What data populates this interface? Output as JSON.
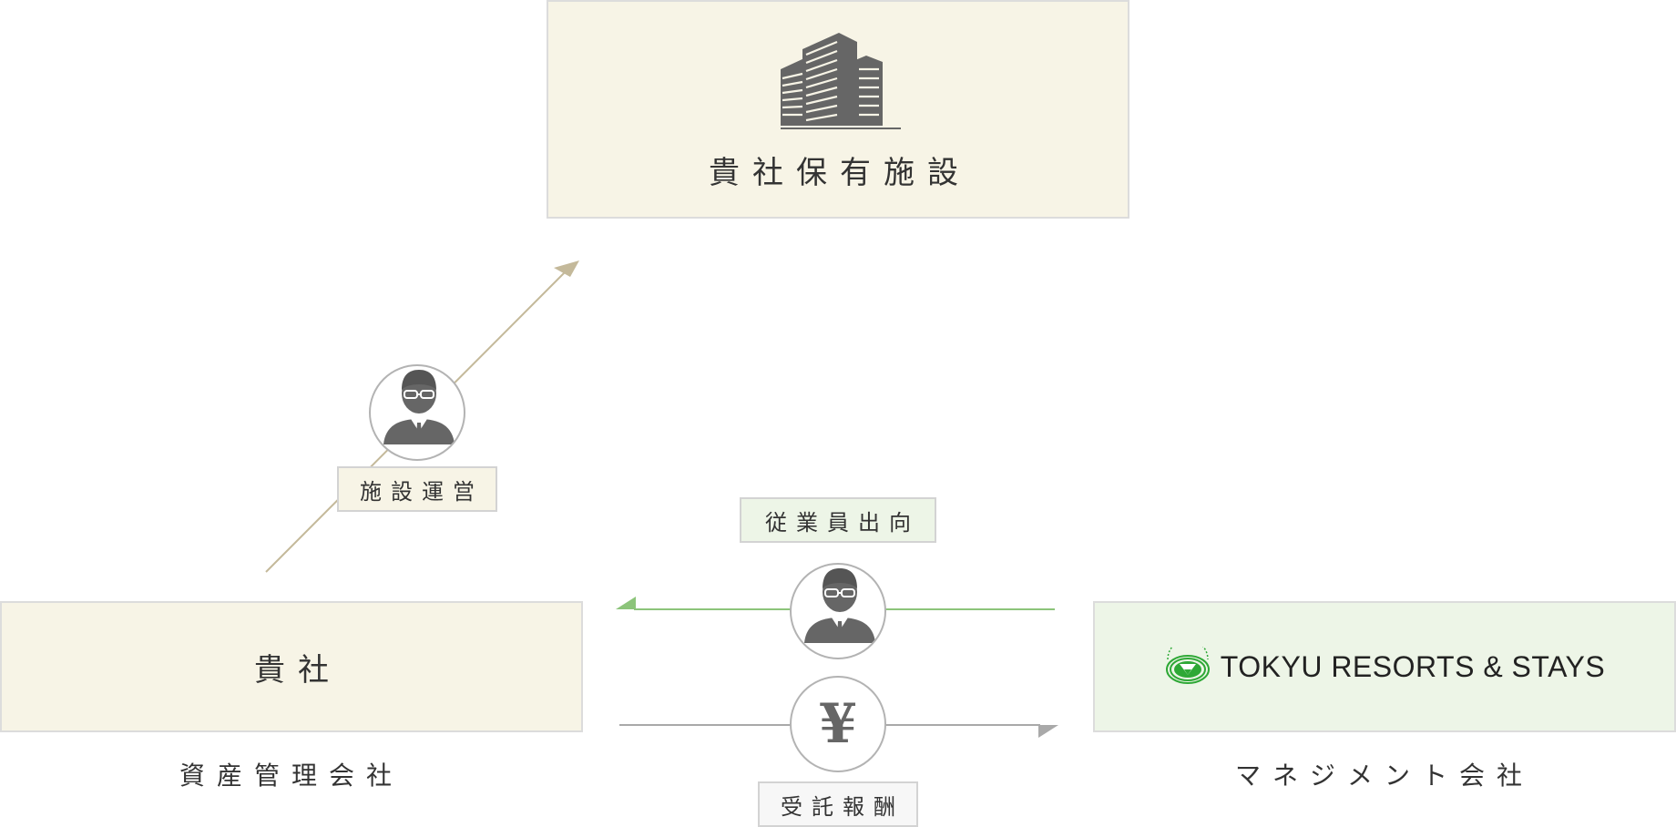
{
  "facility": {
    "title": "貴社保有施設",
    "icon": "building-icon"
  },
  "client": {
    "title": "貴社",
    "caption": "資産管理会社"
  },
  "management": {
    "logo_text": "TOKYU RESORTS & STAYS",
    "logo_icon": "tokyu-logo-icon",
    "caption": "マネジメント会社"
  },
  "flows": {
    "operation": {
      "label": "施設運営",
      "icon": "businessman-icon"
    },
    "dispatch": {
      "label": "従業員出向",
      "icon": "businessman-icon"
    },
    "fee": {
      "label": "受託報酬",
      "icon": "yen-icon",
      "symbol": "¥"
    }
  },
  "colors": {
    "beige_fill": "#f7f4e6",
    "green_fill": "#edf5e7",
    "operation_arrow": "#c4b99a",
    "dispatch_arrow": "#8cc47a",
    "fee_arrow": "#a9a9a9",
    "icon_gray": "#666666",
    "logo_green": "#2ea836"
  }
}
